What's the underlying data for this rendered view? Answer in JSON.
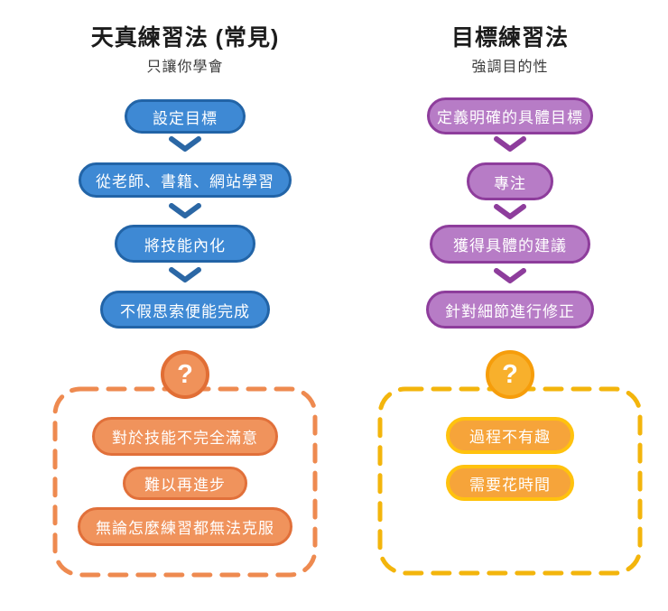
{
  "colors": {
    "blue_fill": "#3E89D4",
    "blue_border": "#2264A7",
    "blue_arrow": "#2B67A5",
    "purple_fill": "#B77CC6",
    "purple_border": "#8E3D9C",
    "purple_arrow": "#8E3D9C",
    "orange_fill": "#F0935C",
    "orange_border": "#E1703A",
    "orange_dash": "#EE8A50",
    "orange_circle_fill": "#F0925A",
    "orange_circle_border": "#E16E35",
    "amber_fill": "#F6A43A",
    "amber_border": "#FFC20E",
    "amber_dash": "#F3B50C",
    "amber_circle_fill": "#F8B02C",
    "amber_circle_border": "#F69D0B"
  },
  "left": {
    "title": "天真練習法 (常見)",
    "subtitle": "只讓你學會",
    "steps": [
      "設定目標",
      "從老師、書籍、網站學習",
      "將技能內化",
      "不假思索便能完成"
    ],
    "question_mark": "?",
    "problems": [
      "對於技能不完全滿意",
      "難以再進步",
      "無論怎麼練習都無法克服"
    ]
  },
  "right": {
    "title": "目標練習法",
    "subtitle": "強調目的性",
    "steps": [
      "定義明確的具體目標",
      "專注",
      "獲得具體的建議",
      "針對細節進行修正"
    ],
    "question_mark": "?",
    "problems": [
      "過程不有趣",
      "需要花時間"
    ]
  }
}
